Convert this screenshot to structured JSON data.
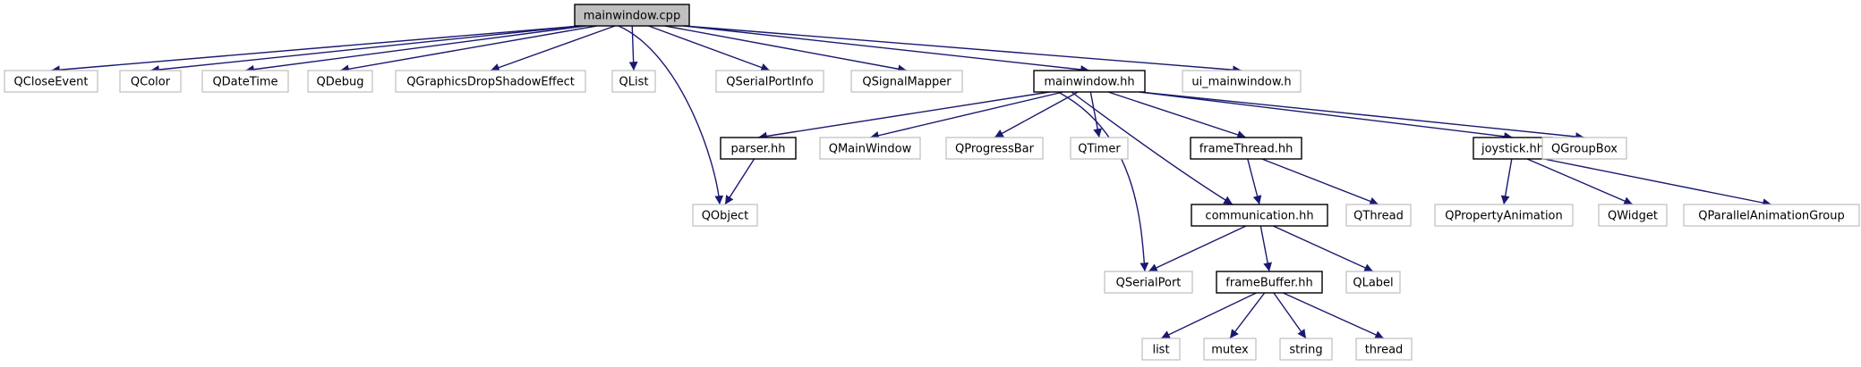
{
  "graph": {
    "nodes": [
      {
        "id": "mainwindow_cpp",
        "label": "mainwindow.cpp",
        "kind": "root"
      },
      {
        "id": "QCloseEvent",
        "label": "QCloseEvent",
        "kind": "external"
      },
      {
        "id": "QColor",
        "label": "QColor",
        "kind": "external"
      },
      {
        "id": "QDateTime",
        "label": "QDateTime",
        "kind": "external"
      },
      {
        "id": "QDebug",
        "label": "QDebug",
        "kind": "external"
      },
      {
        "id": "QGraphicsDropShadowEffect",
        "label": "QGraphicsDropShadowEffect",
        "kind": "external"
      },
      {
        "id": "QList",
        "label": "QList",
        "kind": "external"
      },
      {
        "id": "QSerialPortInfo",
        "label": "QSerialPortInfo",
        "kind": "external"
      },
      {
        "id": "QSignalMapper",
        "label": "QSignalMapper",
        "kind": "external"
      },
      {
        "id": "mainwindow_hh",
        "label": "mainwindow.hh",
        "kind": "documented"
      },
      {
        "id": "ui_mainwindow_h",
        "label": "ui_mainwindow.h",
        "kind": "external"
      },
      {
        "id": "parser_hh",
        "label": "parser.hh",
        "kind": "documented"
      },
      {
        "id": "QMainWindow",
        "label": "QMainWindow",
        "kind": "external"
      },
      {
        "id": "QProgressBar",
        "label": "QProgressBar",
        "kind": "external"
      },
      {
        "id": "QTimer",
        "label": "QTimer",
        "kind": "external"
      },
      {
        "id": "frameThread_hh",
        "label": "frameThread.hh",
        "kind": "documented"
      },
      {
        "id": "joystick_hh",
        "label": "joystick.hh",
        "kind": "documented"
      },
      {
        "id": "QGroupBox",
        "label": "QGroupBox",
        "kind": "external"
      },
      {
        "id": "QObject",
        "label": "QObject",
        "kind": "external"
      },
      {
        "id": "communication_hh",
        "label": "communication.hh",
        "kind": "documented"
      },
      {
        "id": "QThread",
        "label": "QThread",
        "kind": "external"
      },
      {
        "id": "QPropertyAnimation",
        "label": "QPropertyAnimation",
        "kind": "external"
      },
      {
        "id": "QWidget",
        "label": "QWidget",
        "kind": "external"
      },
      {
        "id": "QParallelAnimationGroup",
        "label": "QParallelAnimationGroup",
        "kind": "external"
      },
      {
        "id": "QSerialPort",
        "label": "QSerialPort",
        "kind": "external"
      },
      {
        "id": "frameBuffer_hh",
        "label": "frameBuffer.hh",
        "kind": "documented"
      },
      {
        "id": "QLabel",
        "label": "QLabel",
        "kind": "external"
      },
      {
        "id": "list",
        "label": "list",
        "kind": "external"
      },
      {
        "id": "mutex",
        "label": "mutex",
        "kind": "external"
      },
      {
        "id": "string",
        "label": "string",
        "kind": "external"
      },
      {
        "id": "thread",
        "label": "thread",
        "kind": "external"
      }
    ],
    "edges": [
      [
        "mainwindow_cpp",
        "QCloseEvent"
      ],
      [
        "mainwindow_cpp",
        "QColor"
      ],
      [
        "mainwindow_cpp",
        "QDateTime"
      ],
      [
        "mainwindow_cpp",
        "QDebug"
      ],
      [
        "mainwindow_cpp",
        "QGraphicsDropShadowEffect"
      ],
      [
        "mainwindow_cpp",
        "QList"
      ],
      [
        "mainwindow_cpp",
        "QObject"
      ],
      [
        "mainwindow_cpp",
        "QSerialPortInfo"
      ],
      [
        "mainwindow_cpp",
        "QSignalMapper"
      ],
      [
        "mainwindow_cpp",
        "mainwindow_hh"
      ],
      [
        "mainwindow_cpp",
        "ui_mainwindow_h"
      ],
      [
        "mainwindow_hh",
        "parser_hh"
      ],
      [
        "mainwindow_hh",
        "QMainWindow"
      ],
      [
        "mainwindow_hh",
        "QProgressBar"
      ],
      [
        "mainwindow_hh",
        "QTimer"
      ],
      [
        "mainwindow_hh",
        "QSerialPort"
      ],
      [
        "mainwindow_hh",
        "communication_hh"
      ],
      [
        "mainwindow_hh",
        "frameThread_hh"
      ],
      [
        "mainwindow_hh",
        "joystick_hh"
      ],
      [
        "mainwindow_hh",
        "QGroupBox"
      ],
      [
        "parser_hh",
        "QObject"
      ],
      [
        "frameThread_hh",
        "communication_hh"
      ],
      [
        "frameThread_hh",
        "QThread"
      ],
      [
        "communication_hh",
        "QSerialPort"
      ],
      [
        "communication_hh",
        "frameBuffer_hh"
      ],
      [
        "communication_hh",
        "QLabel"
      ],
      [
        "joystick_hh",
        "QPropertyAnimation"
      ],
      [
        "joystick_hh",
        "QWidget"
      ],
      [
        "joystick_hh",
        "QParallelAnimationGroup"
      ],
      [
        "frameBuffer_hh",
        "list"
      ],
      [
        "frameBuffer_hh",
        "mutex"
      ],
      [
        "frameBuffer_hh",
        "string"
      ],
      [
        "frameBuffer_hh",
        "thread"
      ]
    ]
  },
  "colors": {
    "edge": "#191970",
    "root_fill": "#bfbfbf",
    "documented_stroke": "#000000",
    "external_stroke": "#bfbfbf"
  }
}
